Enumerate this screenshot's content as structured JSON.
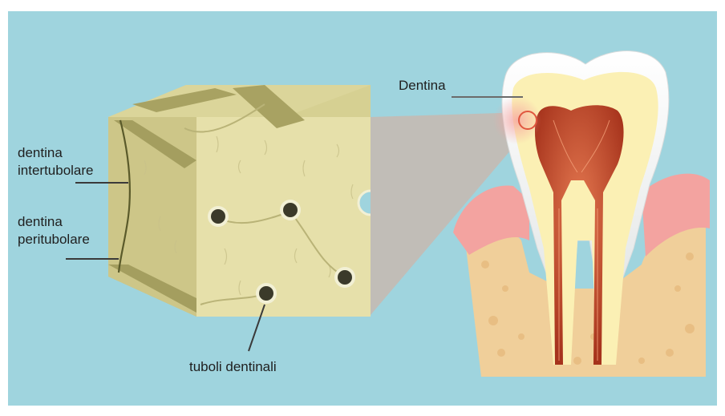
{
  "labels": {
    "dentina": "Dentina",
    "intertubolare": "dentina\nintertubolare",
    "peritubolare": "dentina\nperitubolare",
    "tuboli": "tuboli dentinali"
  },
  "colors": {
    "background": "#9fd4de",
    "dentin_block_front": "#e8e2ae",
    "dentin_block_top": "#d6d092",
    "dentin_block_side": "#c3bd7c",
    "enamel": "#f4f6f6",
    "dentin": "#fbf0b4",
    "pulp": "#c9502c",
    "gum": "#f3a8a6",
    "bone": "#f4d8a8",
    "magnifier_beam": "#c9b7ae"
  }
}
